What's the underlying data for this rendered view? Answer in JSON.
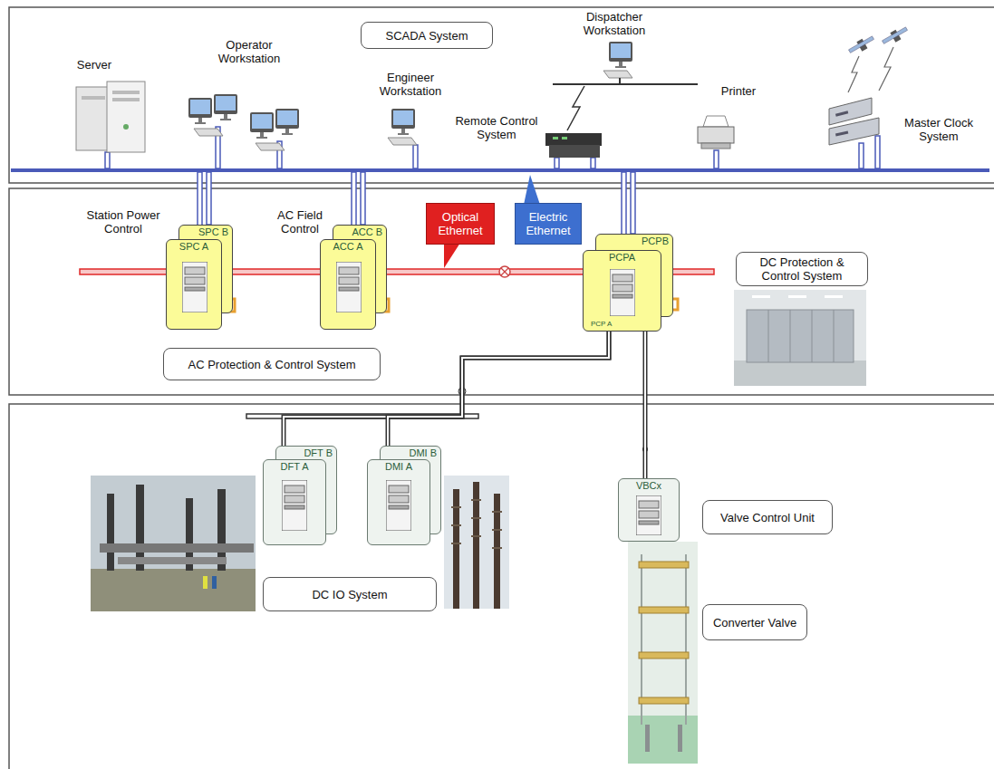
{
  "diagram": {
    "nodes": [
      {
        "text": [
          "SCADA System"
        ]
      },
      {
        "text": [
          "SPC B"
        ]
      },
      {
        "text": [
          "SPC A"
        ]
      },
      {
        "text": [
          "ACC B"
        ]
      },
      {
        "text": [
          "ACC A"
        ]
      },
      {
        "text": [
          "Optical Ethernet"
        ]
      },
      {
        "text": [
          "Electric Ethernet"
        ]
      },
      {
        "text": [
          "PCPB"
        ]
      },
      {
        "text": [
          "PCPA",
          "PCP A"
        ]
      },
      {
        "text": [
          "DC Protection & Control System"
        ]
      },
      {
        "text": [
          "AC Protection & Control System"
        ]
      },
      {
        "text": [
          "DFT B"
        ]
      },
      {
        "text": [
          "DFT A"
        ]
      },
      {
        "text": [
          "DMI B"
        ]
      },
      {
        "text": [
          "DMI A"
        ]
      },
      {
        "text": [
          "VBCx"
        ]
      },
      {
        "text": [
          "Valve Control Unit"
        ]
      },
      {
        "text": [
          "DC IO System"
        ]
      },
      {
        "text": [
          "Converter Valve"
        ]
      }
    ],
    "edges": [
      {
        "from": 8,
        "to": 12,
        "arrow": "none"
      },
      {
        "from": 8,
        "to": 14,
        "arrow": "none"
      },
      {
        "from": 8,
        "to": 15,
        "arrow": "none"
      }
    ],
    "labels": [
      "Server",
      "Operator Workstation",
      "Engineer Workstation",
      "Dispatcher Workstation",
      "Remote Control System",
      "Printer",
      "Master Clock System",
      "Station Power Control",
      "AC Field Control"
    ]
  }
}
